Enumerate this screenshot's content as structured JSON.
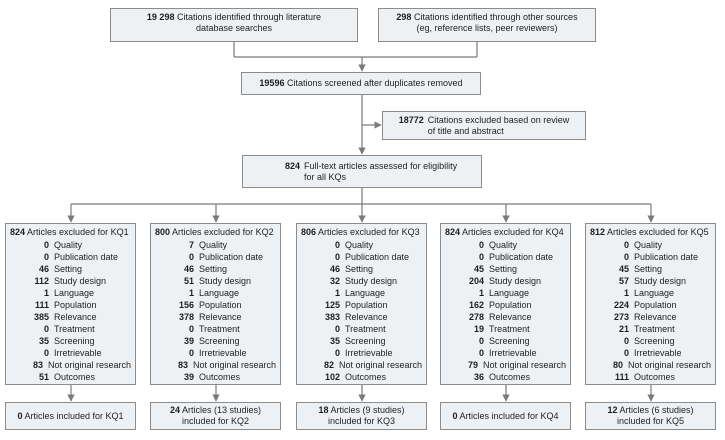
{
  "identification": {
    "database": {
      "count": "19 298",
      "text": "Citations identified through literature\ndatabase searches"
    },
    "other": {
      "count": "298",
      "text": "Citations identified through other sources\n(eg, reference lists, peer reviewers)"
    }
  },
  "screened": {
    "count": "19596",
    "text": "Citations screened after duplicates removed"
  },
  "excluded_title": {
    "count": "18772",
    "text": "Citations excluded based on review\nof title and abstract"
  },
  "fulltext": {
    "count": "824",
    "text": "Full-text articles assessed for eligibility\nfor all KQs"
  },
  "kq_boxes": [
    {
      "total": "824",
      "label": "Articles excluded for KQ1",
      "rows": [
        {
          "n": "0",
          "label": "Quality"
        },
        {
          "n": "0",
          "label": "Publication date"
        },
        {
          "n": "46",
          "label": "Setting"
        },
        {
          "n": "112",
          "label": "Study design"
        },
        {
          "n": "1",
          "label": "Language"
        },
        {
          "n": "111",
          "label": "Population"
        },
        {
          "n": "385",
          "label": "Relevance"
        },
        {
          "n": "0",
          "label": "Treatment"
        },
        {
          "n": "35",
          "label": "Screening"
        },
        {
          "n": "0",
          "label": "Irretrievable"
        },
        {
          "n": "83",
          "label": "Not original research"
        },
        {
          "n": "51",
          "label": "Outcomes"
        }
      ],
      "included_count": "0",
      "included_text": "Articles included for KQ1"
    },
    {
      "total": "800",
      "label": "Articles excluded for KQ2",
      "rows": [
        {
          "n": "7",
          "label": "Quality"
        },
        {
          "n": "0",
          "label": "Publication date"
        },
        {
          "n": "46",
          "label": "Setting"
        },
        {
          "n": "51",
          "label": "Study design"
        },
        {
          "n": "1",
          "label": "Language"
        },
        {
          "n": "156",
          "label": "Population"
        },
        {
          "n": "378",
          "label": "Relevance"
        },
        {
          "n": "0",
          "label": "Treatment"
        },
        {
          "n": "39",
          "label": "Screening"
        },
        {
          "n": "0",
          "label": "Irretrievable"
        },
        {
          "n": "83",
          "label": "Not original research"
        },
        {
          "n": "39",
          "label": "Outcomes"
        }
      ],
      "included_count": "24",
      "included_text": "Articles (13 studies)\nincluded for KQ2"
    },
    {
      "total": "806",
      "label": "Articles excluded for KQ3",
      "rows": [
        {
          "n": "0",
          "label": "Quality"
        },
        {
          "n": "0",
          "label": "Publication date"
        },
        {
          "n": "46",
          "label": "Setting"
        },
        {
          "n": "32",
          "label": "Study design"
        },
        {
          "n": "1",
          "label": "Language"
        },
        {
          "n": "125",
          "label": "Population"
        },
        {
          "n": "383",
          "label": "Relevance"
        },
        {
          "n": "0",
          "label": "Treatment"
        },
        {
          "n": "35",
          "label": "Screening"
        },
        {
          "n": "0",
          "label": "Irretrievable"
        },
        {
          "n": "82",
          "label": "Not original research"
        },
        {
          "n": "102",
          "label": "Outcomes"
        }
      ],
      "included_count": "18",
      "included_text": "Articles (9 studies)\nincluded for KQ3"
    },
    {
      "total": "824",
      "label": "Articles excluded for KQ4",
      "rows": [
        {
          "n": "0",
          "label": "Quality"
        },
        {
          "n": "0",
          "label": "Publication date"
        },
        {
          "n": "45",
          "label": "Setting"
        },
        {
          "n": "204",
          "label": "Study design"
        },
        {
          "n": "1",
          "label": "Language"
        },
        {
          "n": "162",
          "label": "Population"
        },
        {
          "n": "278",
          "label": "Relevance"
        },
        {
          "n": "19",
          "label": "Treatment"
        },
        {
          "n": "0",
          "label": "Screening"
        },
        {
          "n": "0",
          "label": "Irretrievable"
        },
        {
          "n": "79",
          "label": "Not original research"
        },
        {
          "n": "36",
          "label": "Outcomes"
        }
      ],
      "included_count": "0",
      "included_text": "Articles included for KQ4"
    },
    {
      "total": "812",
      "label": "Articles excluded for KQ5",
      "rows": [
        {
          "n": "0",
          "label": "Quality"
        },
        {
          "n": "0",
          "label": "Publication date"
        },
        {
          "n": "45",
          "label": "Setting"
        },
        {
          "n": "57",
          "label": "Study design"
        },
        {
          "n": "1",
          "label": "Language"
        },
        {
          "n": "224",
          "label": "Population"
        },
        {
          "n": "273",
          "label": "Relevance"
        },
        {
          "n": "21",
          "label": "Treatment"
        },
        {
          "n": "0",
          "label": "Screening"
        },
        {
          "n": "0",
          "label": "Irretrievable"
        },
        {
          "n": "80",
          "label": "Not original research"
        },
        {
          "n": "111",
          "label": "Outcomes"
        }
      ],
      "included_count": "12",
      "included_text": "Articles (6 studies)\nincluded for KQ5"
    }
  ]
}
